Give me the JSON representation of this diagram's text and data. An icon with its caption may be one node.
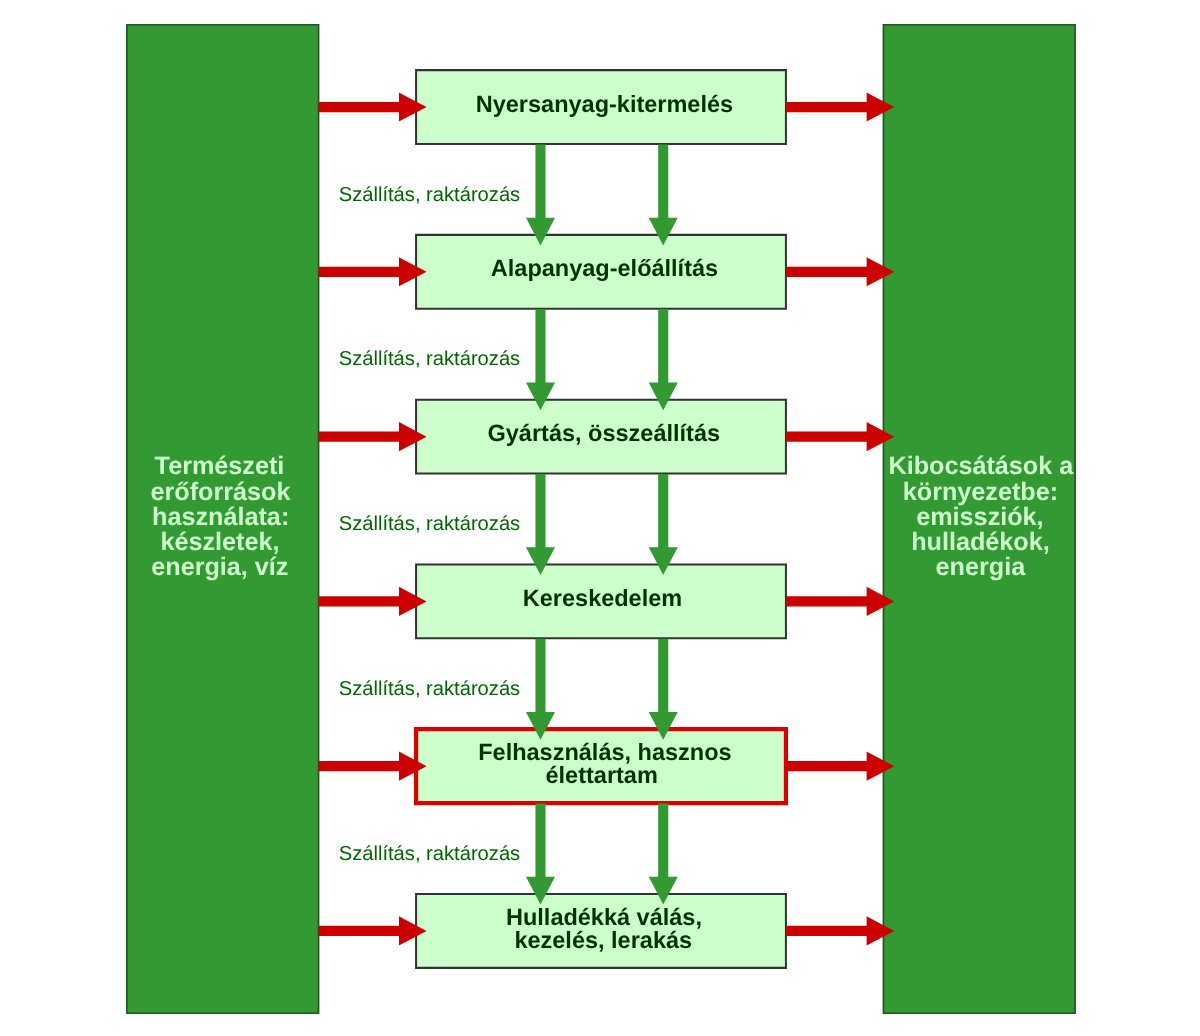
{
  "diagram": {
    "nodes": [
      {
        "text": [
          "Természeti erőforrások használata: készletek, energia, víz"
        ]
      },
      {
        "text": [
          "Nyersanyag-kitermelés"
        ]
      },
      {
        "text": [
          "Alapanyag-előállítás"
        ]
      },
      {
        "text": [
          "Gyártás, összeállítás"
        ]
      },
      {
        "text": [
          "Kereskedelem"
        ]
      },
      {
        "text": [
          "Felhasználás, hasznos élettartam"
        ]
      },
      {
        "text": [
          "Hulladékká válás, kezelés, lerakás"
        ]
      },
      {
        "text": [
          "Kibocsátások a környezetbe: emissziók, hulladékok, energia"
        ]
      }
    ],
    "edges": [
      {
        "from": 0,
        "to": 1,
        "arrow": "to"
      },
      {
        "from": 0,
        "to": 2,
        "arrow": "to"
      },
      {
        "from": 0,
        "to": 3,
        "arrow": "to"
      },
      {
        "from": 0,
        "to": 4,
        "arrow": "to"
      },
      {
        "from": 0,
        "to": 5,
        "arrow": "to"
      },
      {
        "from": 0,
        "to": 6,
        "arrow": "to"
      },
      {
        "from": 1,
        "to": 2,
        "arrow": "to",
        "label": "Szállítás, raktározás",
        "color": "#339933"
      },
      {
        "from": 1,
        "to": 2,
        "arrow": "to",
        "color": "#339933"
      },
      {
        "from": 2,
        "to": 3,
        "arrow": "to",
        "label": "Szállítás, raktározás",
        "color": "#339933"
      },
      {
        "from": 2,
        "to": 3,
        "arrow": "to",
        "color": "#339933"
      },
      {
        "from": 3,
        "to": 4,
        "arrow": "to",
        "label": "Szállítás, raktározás",
        "color": "#339933"
      },
      {
        "from": 3,
        "to": 4,
        "arrow": "to",
        "color": "#339933"
      },
      {
        "from": 4,
        "to": 5,
        "arrow": "to",
        "label": "Szállítás, raktározás",
        "color": "#339933"
      },
      {
        "from": 4,
        "to": 5,
        "arrow": "to",
        "color": "#339933"
      },
      {
        "from": 5,
        "to": 6,
        "arrow": "to",
        "label": "Szállítás, raktározás",
        "color": "#339933"
      },
      {
        "from": 5,
        "to": 6,
        "arrow": "to",
        "color": "#339933"
      },
      {
        "from": 1,
        "to": 7,
        "arrow": "to"
      },
      {
        "from": 2,
        "to": 7,
        "arrow": "to"
      },
      {
        "from": 3,
        "to": 7,
        "arrow": "to"
      },
      {
        "from": 4,
        "to": 7,
        "arrow": "to"
      },
      {
        "from": 5,
        "to": 7,
        "arrow": "to"
      },
      {
        "from": 6,
        "to": 7,
        "arrow": "to"
      }
    ]
  }
}
